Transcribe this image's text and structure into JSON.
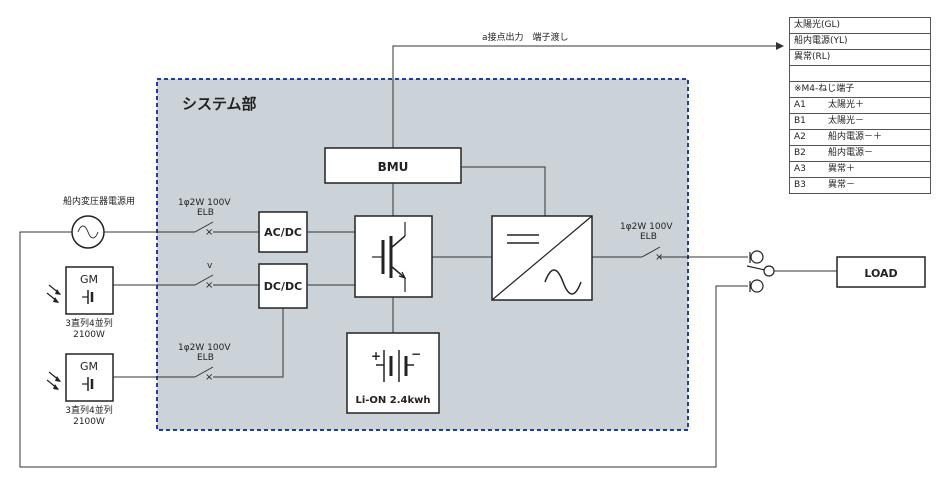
{
  "system_label": "システム部",
  "signal_label": "a接点出力　端子渡し",
  "source_label": "船内変圧器電源用",
  "breaker_1": {
    "line1": "1φ2W 100V",
    "line2": "ELB"
  },
  "breaker_2": {
    "line1": "v"
  },
  "breaker_3": {
    "line1": "1φ2W 100V",
    "line2": "ELB"
  },
  "breaker_out": {
    "line1": "1φ2W 100V",
    "line2": "ELB"
  },
  "converters": {
    "acdc": "AC/DC",
    "dcdc": "DC/DC",
    "bmu": "BMU"
  },
  "battery_label": "Li-ON 2.4kwh",
  "load_label": "LOAD",
  "module_1": {
    "label": "GM",
    "caption1": "3直列4並列",
    "caption2": "2100W"
  },
  "module_2": {
    "label": "GM",
    "caption1": "3直列4並列",
    "caption2": "2100W"
  },
  "legend": {
    "rows": [
      "太陽光(GL)",
      "船内電源(YL)",
      "異常(RL)",
      ""
    ],
    "terminal_title": "※M4-ねじ端子",
    "terminals": [
      {
        "code": "A1",
        "desc": "太陽光＋"
      },
      {
        "code": "B1",
        "desc": "太陽光－"
      },
      {
        "code": "A2",
        "desc": "船内電源－＋"
      },
      {
        "code": "B2",
        "desc": "船内電源－"
      },
      {
        "code": "A3",
        "desc": "異常＋"
      },
      {
        "code": "B3",
        "desc": "異常－"
      }
    ]
  },
  "colors": {
    "system_fill": "#cbd3d8",
    "system_border": "#1f3f99",
    "system_text": "#1f3f99"
  }
}
